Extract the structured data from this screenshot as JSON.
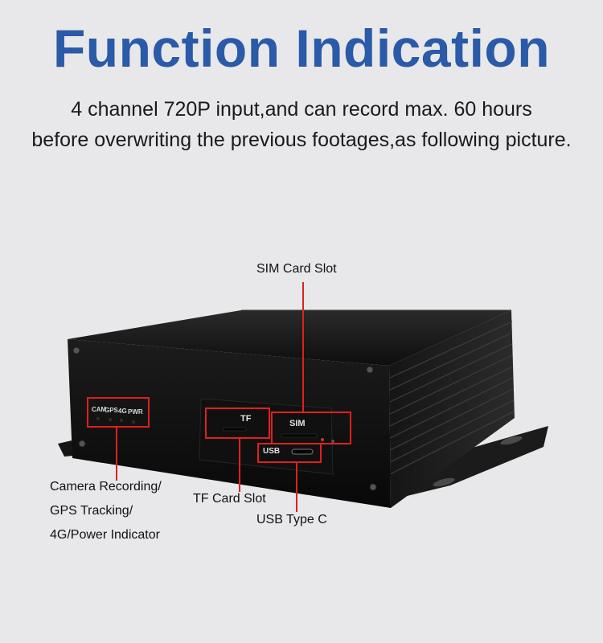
{
  "header": {
    "title": "Function Indication",
    "subtitle_line1": "4 channel 720P input,and can record max. 60 hours",
    "subtitle_line2": "before overwriting the previous footages,as following picture."
  },
  "device": {
    "indicator_labels": [
      "CAM",
      "GPS",
      "4G",
      "PWR"
    ],
    "tf_label": "TF",
    "sim_label": "SIM",
    "usb_label": "USB"
  },
  "callouts": {
    "sim_card_slot": "SIM Card Slot",
    "indicator_line1": "Camera Recording/",
    "indicator_line2": "GPS Tracking/",
    "indicator_line3": "4G/Power Indicator",
    "tf_card_slot": "TF Card Slot",
    "usb_type_c": "USB Type C"
  },
  "colors": {
    "title": "#2a5aa8",
    "callout_line": "#e0201e",
    "device_body": "#141414"
  }
}
